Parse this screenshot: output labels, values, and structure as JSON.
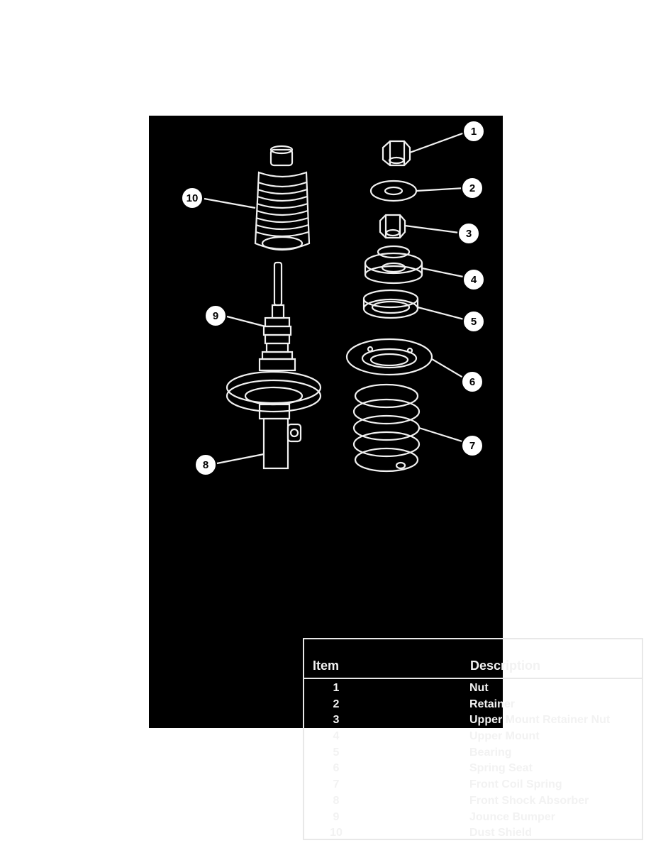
{
  "callouts": [
    {
      "number": "1"
    },
    {
      "number": "2"
    },
    {
      "number": "3"
    },
    {
      "number": "4"
    },
    {
      "number": "5"
    },
    {
      "number": "6"
    },
    {
      "number": "7"
    },
    {
      "number": "8"
    },
    {
      "number": "9"
    },
    {
      "number": "10"
    }
  ],
  "legend": {
    "header_item": "Item",
    "header_description": "Description",
    "rows": [
      {
        "item": "1",
        "description": "Nut"
      },
      {
        "item": "2",
        "description": "Retainer"
      },
      {
        "item": "3",
        "description": "Upper Mount Retainer Nut"
      },
      {
        "item": "4",
        "description": "Upper Mount"
      },
      {
        "item": "5",
        "description": "Bearing"
      },
      {
        "item": "6",
        "description": "Spring Seat"
      },
      {
        "item": "7",
        "description": "Front Coil Spring"
      },
      {
        "item": "8",
        "description": "Front Shock Absorber"
      },
      {
        "item": "9",
        "description": "Jounce Bumper"
      },
      {
        "item": "10",
        "description": "Dust Shield"
      }
    ]
  },
  "colors": {
    "panel": "#000000",
    "line": "#f0f0f0",
    "callout_fill": "#ffffff"
  }
}
